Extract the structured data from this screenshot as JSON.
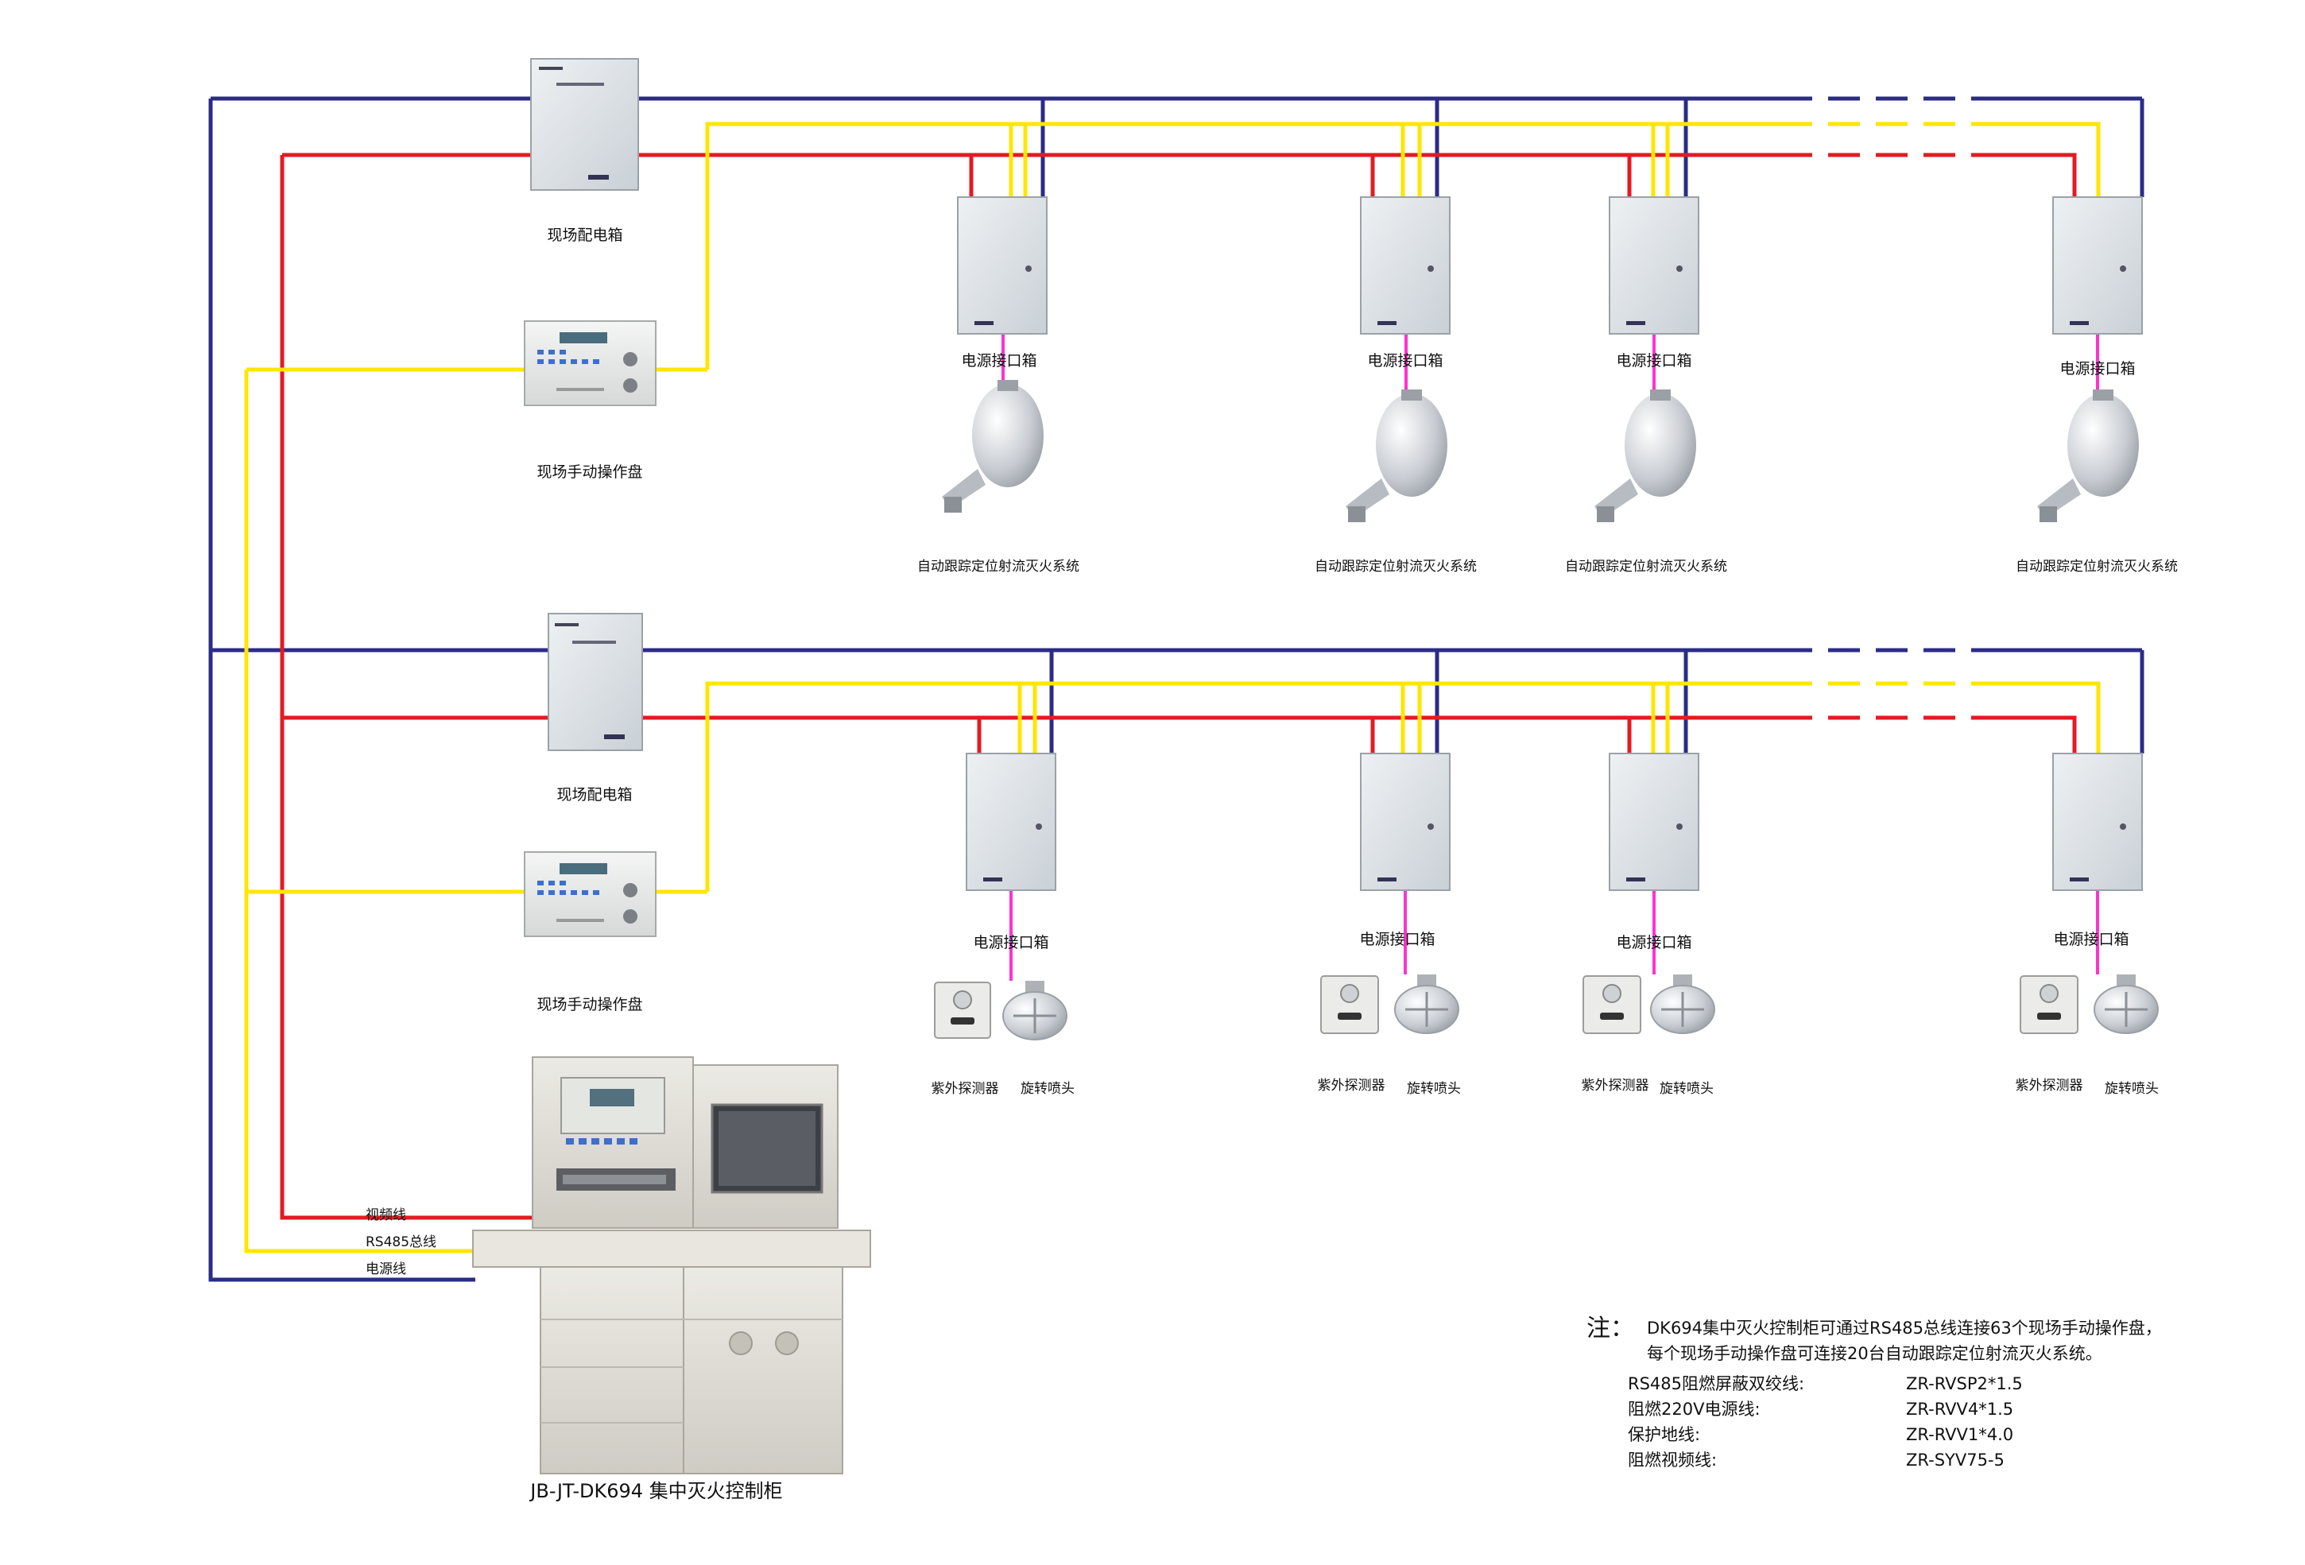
{
  "labels": {
    "distribution_box": "现场配电箱",
    "manual_panel": "现场手动操作盘",
    "power_interface_box": "电源接口箱",
    "tracking_system": "自动跟踪定位射流灭火系统",
    "uv_detector": "紫外探测器",
    "rotating_nozzle": "旋转喷头",
    "video_line": "视频线",
    "rs485_line": "RS485总线",
    "power_line": "电源线",
    "main_cabinet": "JB-JT-DK694  集中灭火控制柜"
  },
  "note": {
    "head": "注：",
    "line1": "DK694集中灭火控制柜可通过RS485总线连接63个现场手动操作盘，",
    "line2": "每个现场手动操作盘可连接20台自动跟踪定位射流灭火系统。",
    "specs": [
      {
        "name": "RS485阻燃屏蔽双绞线:",
        "value": "ZR-RVSP2*1.5"
      },
      {
        "name": "阻燃220V电源线:",
        "value": "ZR-RVV4*1.5"
      },
      {
        "name": "保护地线:",
        "value": "ZR-RVV1*4.0"
      },
      {
        "name": "阻燃视频线:",
        "value": "ZR-SYV75-5"
      }
    ]
  },
  "colors": {
    "power": "#2b2c86",
    "rs485": "#ffe600",
    "video": "#e31b23",
    "signal": "#ff33cc"
  }
}
